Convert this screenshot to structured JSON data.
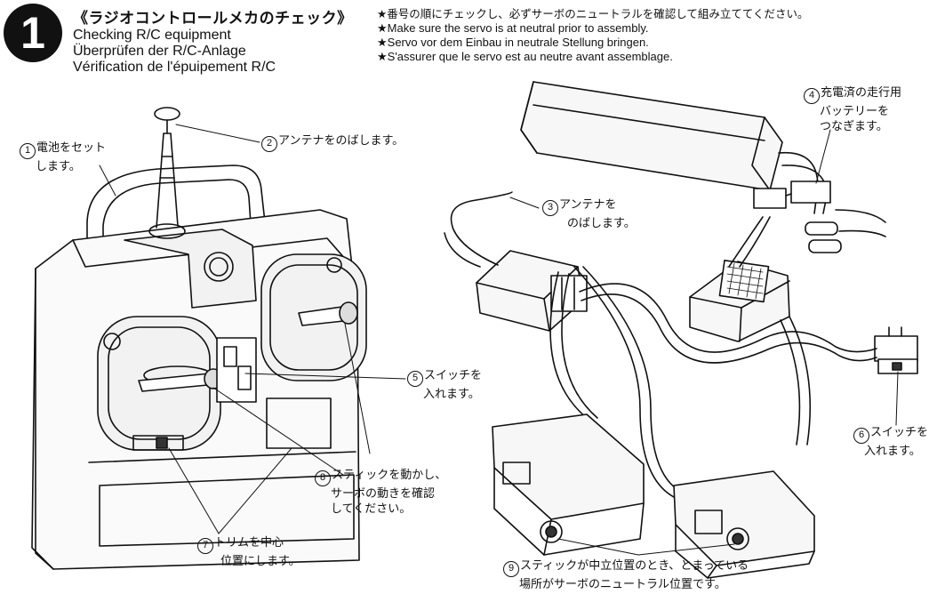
{
  "header": {
    "step_number": "1",
    "title_jp": "《ラジオコントロールメカのチェック》",
    "title_en": "Checking R/C equipment",
    "title_de": "Überprüfen der R/C-Anlage",
    "title_fr": "Vérification de l'épuipement R/C"
  },
  "notes": [
    "★番号の順にチェックし、必ずサーボのニュートラルを確認して組み立ててください。",
    "★Make sure the servo is at neutral prior to assembly.",
    "★Servo vor dem Einbau in neutrale Stellung bringen.",
    "★S'assurer que le servo est au neutre avant assemblage."
  ],
  "callouts": [
    {
      "num": "1",
      "line1": "電池をセット",
      "line2": "します。"
    },
    {
      "num": "2",
      "line1": "アンテナをのばします。",
      "line2": ""
    },
    {
      "num": "3",
      "line1": "アンテナを",
      "line2": "のばします。"
    },
    {
      "num": "4",
      "line1": "充電済の走行用",
      "line2": "バッテリーを",
      "line3": "つなぎます。"
    },
    {
      "num": "5",
      "line1": "スイッチを",
      "line2": "入れます。"
    },
    {
      "num": "6",
      "line1": "スイッチを",
      "line2": "入れます。"
    },
    {
      "num": "7",
      "line1": "トリムを中心",
      "line2": "位置にします。"
    },
    {
      "num": "8",
      "line1": "スティックを動かし、",
      "line2": "サーボの動きを確認",
      "line3": "してください。"
    },
    {
      "num": "9",
      "line1": "スティックが中立位置のとき、とまっている",
      "line2": "場所がサーボのニュートラル位置です。"
    }
  ]
}
